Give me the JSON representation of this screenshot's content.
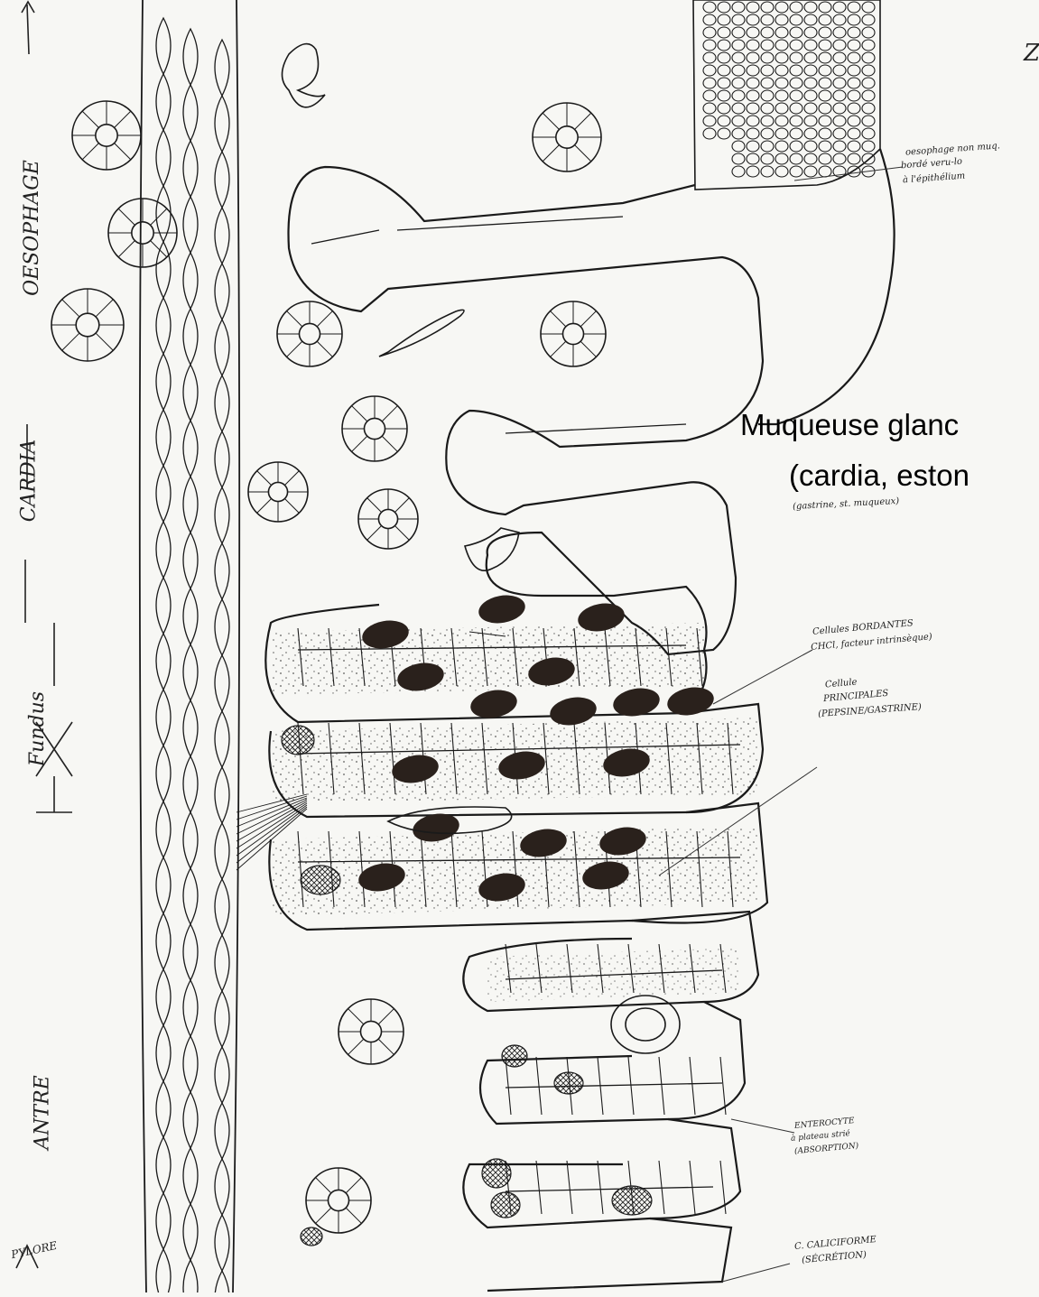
{
  "corner_mark": "Z",
  "regions": {
    "oesophage": "OESOPHAGE",
    "cardia": "CARDIA",
    "fundus": "Fundus",
    "antre": "ANTRE",
    "pylore": "PYLORE"
  },
  "typed_label": {
    "line1": "Muqueuse glanc",
    "line2": "(cardia, eston"
  },
  "hand_notes": {
    "oesophage_note": [
      "oesophage non muq.",
      "bordé veru-lo",
      "à l'épithélium"
    ],
    "mucous_cells": "(gastrine, st. muqueux)",
    "bordantes": [
      "Cellules BORDANTES",
      "CHCl, facteur intrinsèque)"
    ],
    "principales": [
      "Cellule",
      "PRINCIPALES",
      "(PEPSINE/GASTRINE)"
    ],
    "enterocyte": [
      "ENTEROCYTE",
      "à plateau strié",
      "(ABSORPTION)"
    ],
    "caliciforme": [
      "C. CALICIFORME",
      "(SÉCRÉTION)"
    ]
  }
}
